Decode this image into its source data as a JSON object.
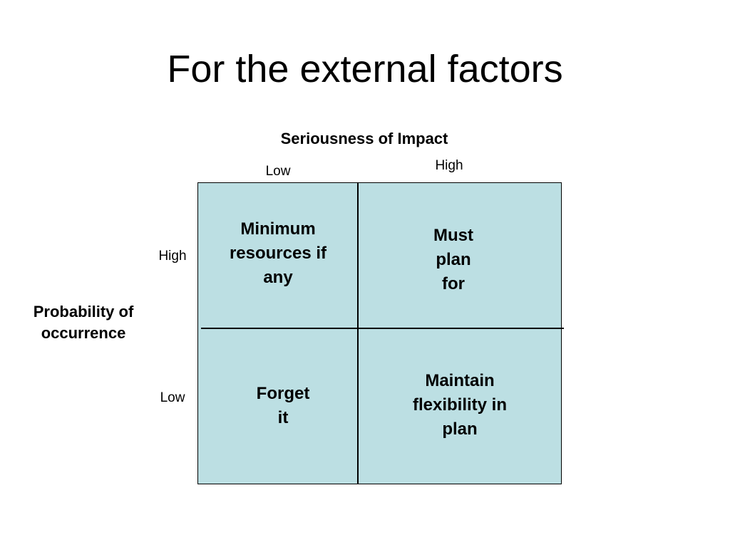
{
  "slide": {
    "title": "For the external factors"
  },
  "matrix": {
    "x_axis": {
      "title": "Seriousness of Impact",
      "ticks": [
        "Low",
        "High"
      ]
    },
    "y_axis": {
      "title_lines": [
        "Probability of",
        "occurrence"
      ],
      "ticks": [
        "High",
        "Low"
      ]
    },
    "cells": {
      "high_prob_low_impact": [
        "Minimum",
        "resources if",
        "any"
      ],
      "high_prob_high_impact": [
        "Must",
        "plan",
        "for"
      ],
      "low_prob_low_impact": [
        "Forget",
        "it"
      ],
      "low_prob_high_impact": [
        "Maintain",
        "flexibility in",
        "plan"
      ]
    },
    "colors": {
      "cell_fill": "#bcdfe3",
      "grid_line": "#000000"
    }
  }
}
